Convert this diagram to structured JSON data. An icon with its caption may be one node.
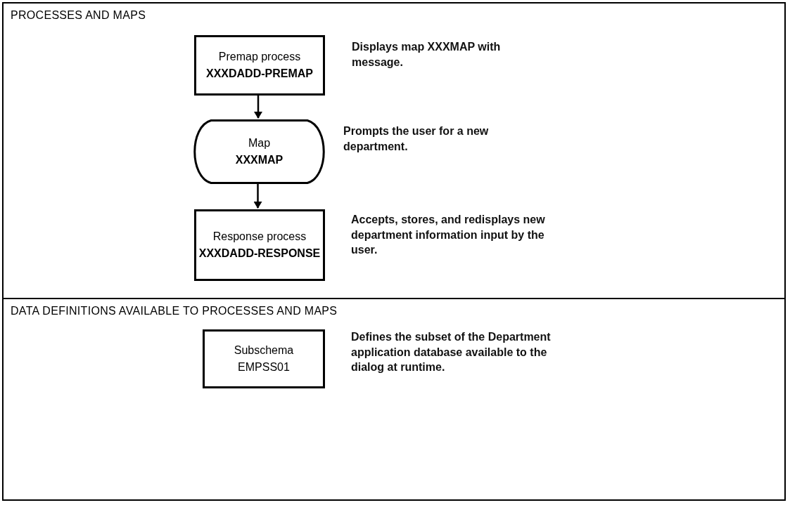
{
  "diagram": {
    "nodes": [
      {
        "text": [
          "PROCESSES AND MAPS"
        ]
      },
      {
        "text": [
          "Premap process",
          "XXXDADD-PREMAP"
        ],
        "beside": [
          "Displays map XXXMAP with message."
        ],
        "in": 0
      },
      {
        "text": [
          "Map",
          "XXXMAP"
        ],
        "beside": [
          "Prompts the user for a new department."
        ],
        "in": 0
      },
      {
        "text": [
          "Response process",
          "XXXDADD-RESPONSE"
        ],
        "beside": [
          "Accepts, stores, and redisplays new department information input by the user."
        ],
        "in": 0
      },
      {
        "text": [
          "DATA DEFINITIONS AVAILABLE TO PROCESSES AND MAPS"
        ]
      },
      {
        "text": [
          "Subschema",
          "EMPSS01"
        ],
        "beside": [
          "Defines the subset of the Department application database available to the dialog at runtime."
        ],
        "in": 4
      }
    ],
    "edges": [
      {
        "from": 1,
        "to": 2,
        "arrow": "to"
      },
      {
        "from": 2,
        "to": 3,
        "arrow": "to"
      }
    ]
  }
}
